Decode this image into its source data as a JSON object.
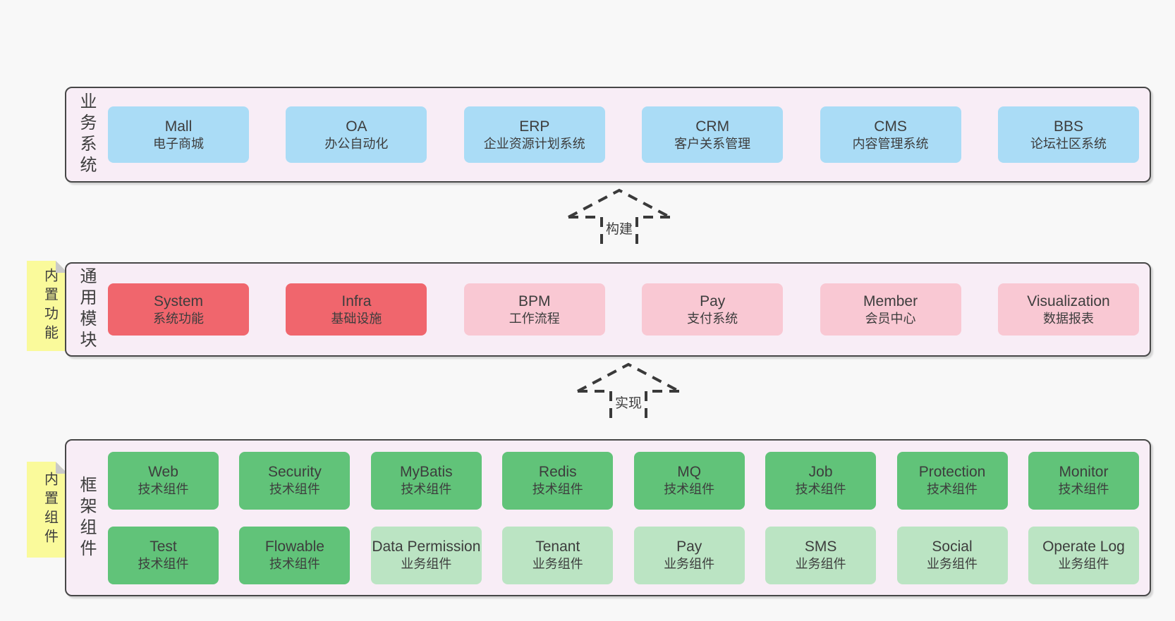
{
  "colors": {
    "page-bg": "#f8f8f8",
    "panel-bg": "#f8edf6",
    "panel-border": "#474747",
    "line": "#3a3a3a",
    "text": "#3d3d3d",
    "blue": "#aadcf6",
    "red": "#f0666d",
    "pink": "#f9c8d3",
    "green-dark": "#61c379",
    "green-light": "#bbe4c3",
    "sticky-yellow": "#fafa9b",
    "sticky-fold": "#c9c9c9"
  },
  "sections": {
    "business": {
      "label": "业务系统",
      "items": [
        {
          "title": "Mall",
          "subtitle": "电子商城",
          "variant": "blue"
        },
        {
          "title": "OA",
          "subtitle": "办公自动化",
          "variant": "blue"
        },
        {
          "title": "ERP",
          "subtitle": "企业资源计划系统",
          "variant": "blue"
        },
        {
          "title": "CRM",
          "subtitle": "客户关系管理",
          "variant": "blue"
        },
        {
          "title": "CMS",
          "subtitle": "内容管理系统",
          "variant": "blue"
        },
        {
          "title": "BBS",
          "subtitle": "论坛社区系统",
          "variant": "blue"
        }
      ]
    },
    "modules": {
      "label": "通用模块",
      "sticky": "内置功能",
      "items": [
        {
          "title": "System",
          "subtitle": "系统功能",
          "variant": "red"
        },
        {
          "title": "Infra",
          "subtitle": "基础设施",
          "variant": "red"
        },
        {
          "title": "BPM",
          "subtitle": "工作流程",
          "variant": "pink"
        },
        {
          "title": "Pay",
          "subtitle": "支付系统",
          "variant": "pink"
        },
        {
          "title": "Member",
          "subtitle": "会员中心",
          "variant": "pink"
        },
        {
          "title": "Visualization",
          "subtitle": "数据报表",
          "variant": "pink"
        }
      ]
    },
    "framework": {
      "label": "框架组件",
      "sticky": "内置组件",
      "rows": [
        [
          {
            "title": "Web",
            "subtitle": "技术组件",
            "variant": "green-dark"
          },
          {
            "title": "Security",
            "subtitle": "技术组件",
            "variant": "green-dark"
          },
          {
            "title": "MyBatis",
            "subtitle": "技术组件",
            "variant": "green-dark"
          },
          {
            "title": "Redis",
            "subtitle": "技术组件",
            "variant": "green-dark"
          },
          {
            "title": "MQ",
            "subtitle": "技术组件",
            "variant": "green-dark"
          },
          {
            "title": "Job",
            "subtitle": "技术组件",
            "variant": "green-dark"
          },
          {
            "title": "Protection",
            "subtitle": "技术组件",
            "variant": "green-dark"
          },
          {
            "title": "Monitor",
            "subtitle": "技术组件",
            "variant": "green-dark"
          }
        ],
        [
          {
            "title": "Test",
            "subtitle": "技术组件",
            "variant": "green-dark"
          },
          {
            "title": "Flowable",
            "subtitle": "技术组件",
            "variant": "green-dark"
          },
          {
            "title": "Data Permission",
            "subtitle": "业务组件",
            "variant": "green-light"
          },
          {
            "title": "Tenant",
            "subtitle": "业务组件",
            "variant": "green-light"
          },
          {
            "title": "Pay",
            "subtitle": "业务组件",
            "variant": "green-light"
          },
          {
            "title": "SMS",
            "subtitle": "业务组件",
            "variant": "green-light"
          },
          {
            "title": "Social",
            "subtitle": "业务组件",
            "variant": "green-light"
          },
          {
            "title": "Operate Log",
            "subtitle": "业务组件",
            "variant": "green-light"
          }
        ]
      ]
    },
    "arrows": [
      {
        "label": "构建"
      },
      {
        "label": "实现"
      }
    ]
  }
}
